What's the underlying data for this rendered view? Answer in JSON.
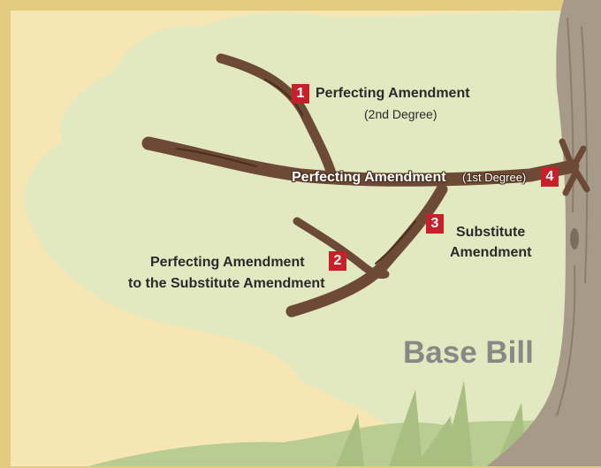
{
  "labels": {
    "pa2": {
      "badge": "1",
      "title": "Perfecting Amendment",
      "sub": "(2nd Degree)"
    },
    "pa_sub": {
      "badge": "2",
      "line1": "Perfecting Amendment",
      "line2": "to the Substitute Amendment"
    },
    "sub": {
      "badge": "3",
      "line1": "Substitute",
      "line2": "Amendment"
    },
    "pa1": {
      "badge": "4",
      "title": "Perfecting Amendment",
      "sub": "(1st Degree)"
    }
  },
  "base_bill": "Base Bill",
  "colors": {
    "frame": "#e3cc80",
    "sky": "#f6e6b4",
    "foliage": "#e2e8c0",
    "branch": "#6d4a35",
    "trunk": "#a89a88",
    "badge": "#c8202a",
    "base_bill_text": "#8a8886",
    "grass": "#b9cc92"
  }
}
